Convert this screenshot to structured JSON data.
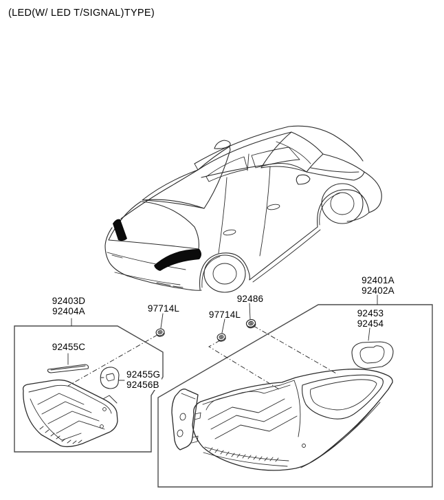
{
  "title": "(LED(W/ LED T/SIGNAL)TYPE)",
  "parts": {
    "inner_lamp": {
      "codes": [
        "92403D",
        "92404A"
      ]
    },
    "outer_lamp": {
      "codes": [
        "92401A",
        "92402A"
      ]
    },
    "nut_left": {
      "codes": [
        "97714L"
      ]
    },
    "nut_right": {
      "codes": [
        "97714L"
      ]
    },
    "clip": {
      "codes": [
        "92486"
      ]
    },
    "gasket": {
      "codes": [
        "92453",
        "92454"
      ]
    },
    "strip": {
      "codes": [
        "92455C"
      ]
    },
    "pad": {
      "codes": [
        "92455G",
        "92456B"
      ]
    }
  },
  "icons": {
    "nut": "flanged-nut-icon",
    "clip": "grommet-clip-icon"
  },
  "colors": {
    "line": "#2a2a2a",
    "box-line": "#4a4a4a",
    "text": "#000000",
    "bg": "#ffffff",
    "lamp-fill": "#0b0b0b"
  }
}
